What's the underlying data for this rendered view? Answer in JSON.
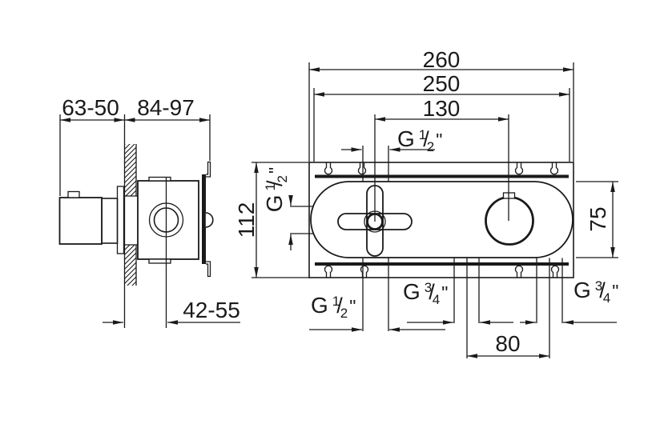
{
  "page": {
    "background": "#ffffff",
    "line_color": "#1a1a1a",
    "description": "Technical installation drawing, concealed thermostatic mixer valve, side section view and front view with dimensions in mm"
  },
  "side_view": {
    "dim_handle_depth": "63-50",
    "dim_body_depth": "84-97",
    "dim_wall_to_valve_center": "42-55"
  },
  "front_view": {
    "dim_overall_width": "260",
    "dim_mounting_rail_width": "250",
    "dim_control_centers": "130",
    "dim_overall_height": "112",
    "dim_body_height": "75",
    "dim_outlet_spacing": "80"
  },
  "threads": {
    "half_inch": {
      "g": "G",
      "num": "1",
      "slash": "/",
      "den": "2",
      "unit": "\""
    },
    "three_quarter_inch": {
      "g": "G",
      "num": "3",
      "slash": "/",
      "den": "4",
      "unit": "\""
    }
  }
}
